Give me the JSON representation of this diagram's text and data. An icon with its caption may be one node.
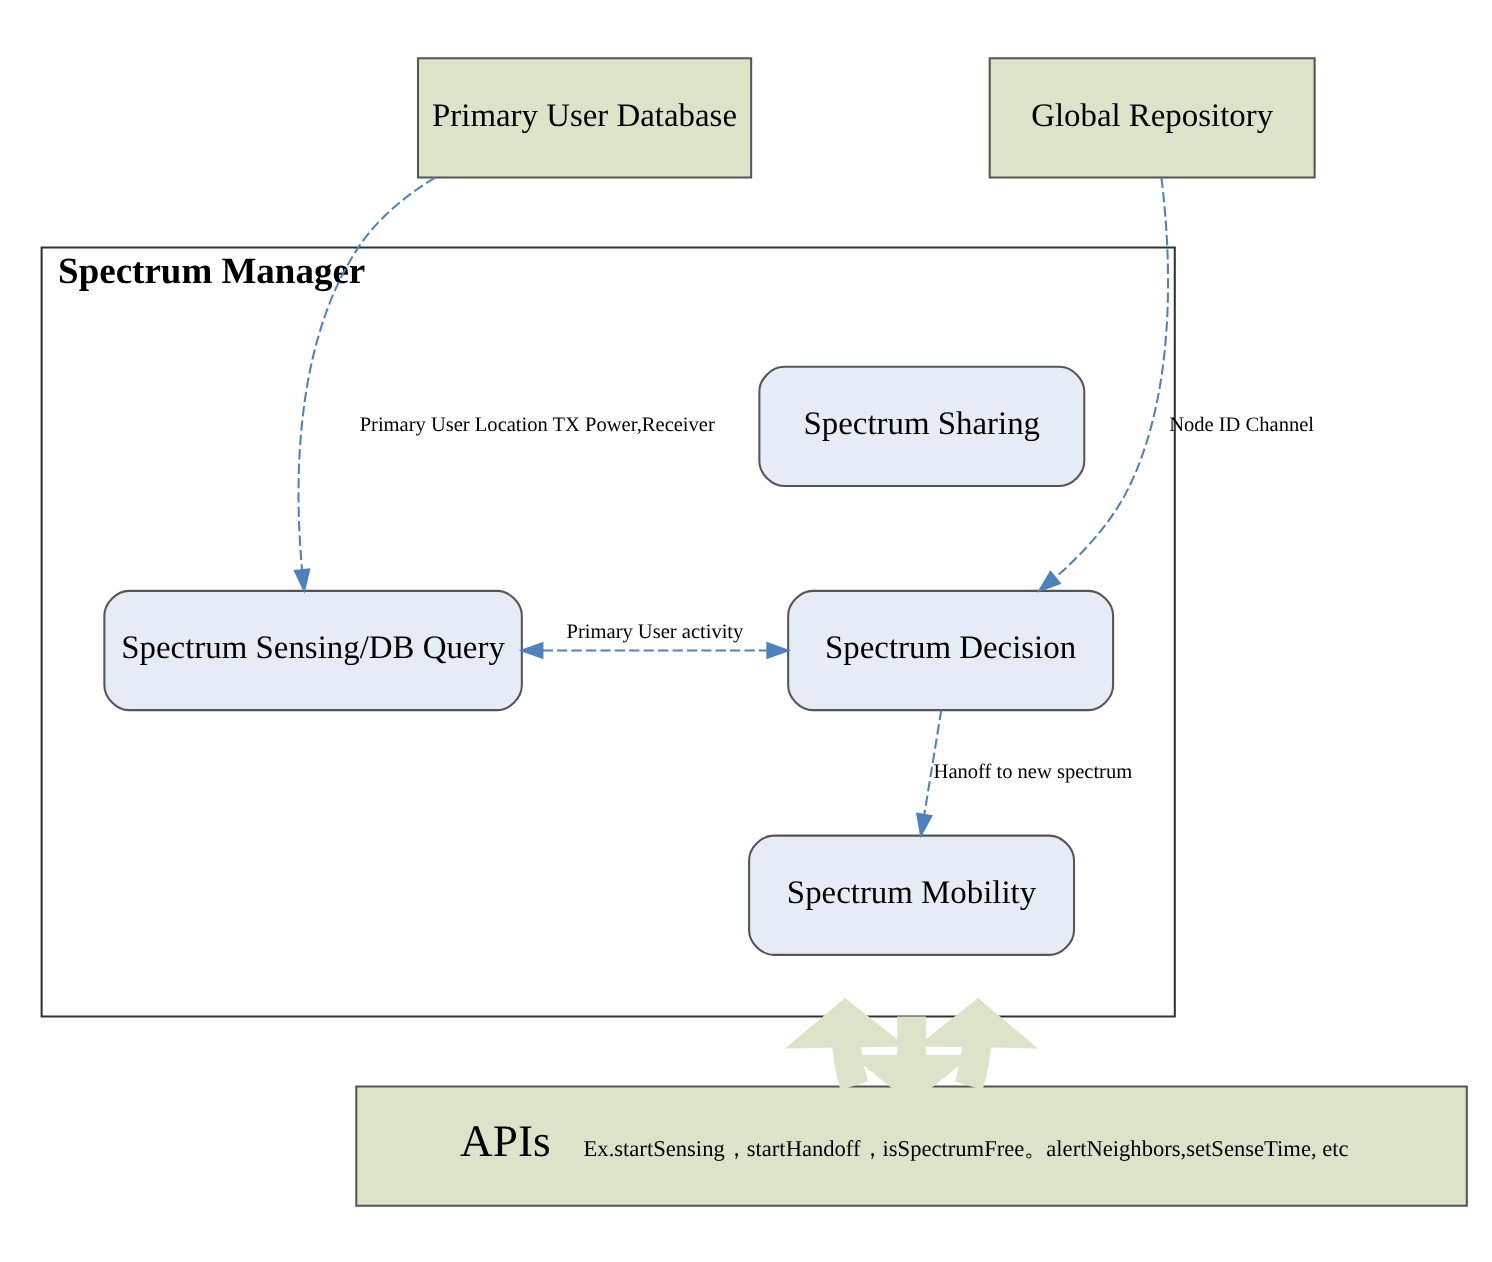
{
  "diagram": {
    "nodes": [
      {
        "text": [
          "Primary User Database"
        ]
      },
      {
        "text": [
          "Global Repository"
        ]
      },
      {
        "text": [
          "Spectrum Manager"
        ]
      },
      {
        "text": [
          "Spectrum Sharing"
        ],
        "in": 2
      },
      {
        "text": [
          "Spectrum Sensing/DB Query"
        ],
        "in": 2
      },
      {
        "text": [
          "Spectrum Decision"
        ],
        "in": 2
      },
      {
        "text": [
          "Spectrum Mobility"
        ],
        "in": 2
      },
      {
        "text": [
          "APIs",
          "Ex.startSensing，startHandoff，isSpectrumFree。alertNeighbors,setSenseTime, etc"
        ]
      }
    ],
    "edges": [
      {
        "from": 0,
        "to": 4,
        "arrow": "to",
        "style": "dashed",
        "label": "Primary User Location TX Power,Receiver"
      },
      {
        "from": 1,
        "to": 5,
        "arrow": "to",
        "style": "dashed",
        "label": "Node ID Channel"
      },
      {
        "from": 4,
        "to": 5,
        "arrow": "both",
        "style": "dashed",
        "label": "Primary User activity"
      },
      {
        "from": 5,
        "to": 6,
        "arrow": "to",
        "style": "dashed",
        "label": "Hanoff to new spectrum"
      },
      {
        "from": 7,
        "to": 2,
        "arrow": "to",
        "style": "thick",
        "color": "#dde3c9"
      },
      {
        "from": 2,
        "to": 7,
        "arrow": "to",
        "style": "thick",
        "color": "#dde3c9"
      },
      {
        "from": 7,
        "to": 2,
        "arrow": "to",
        "style": "thick",
        "color": "#dde3c9"
      }
    ]
  }
}
